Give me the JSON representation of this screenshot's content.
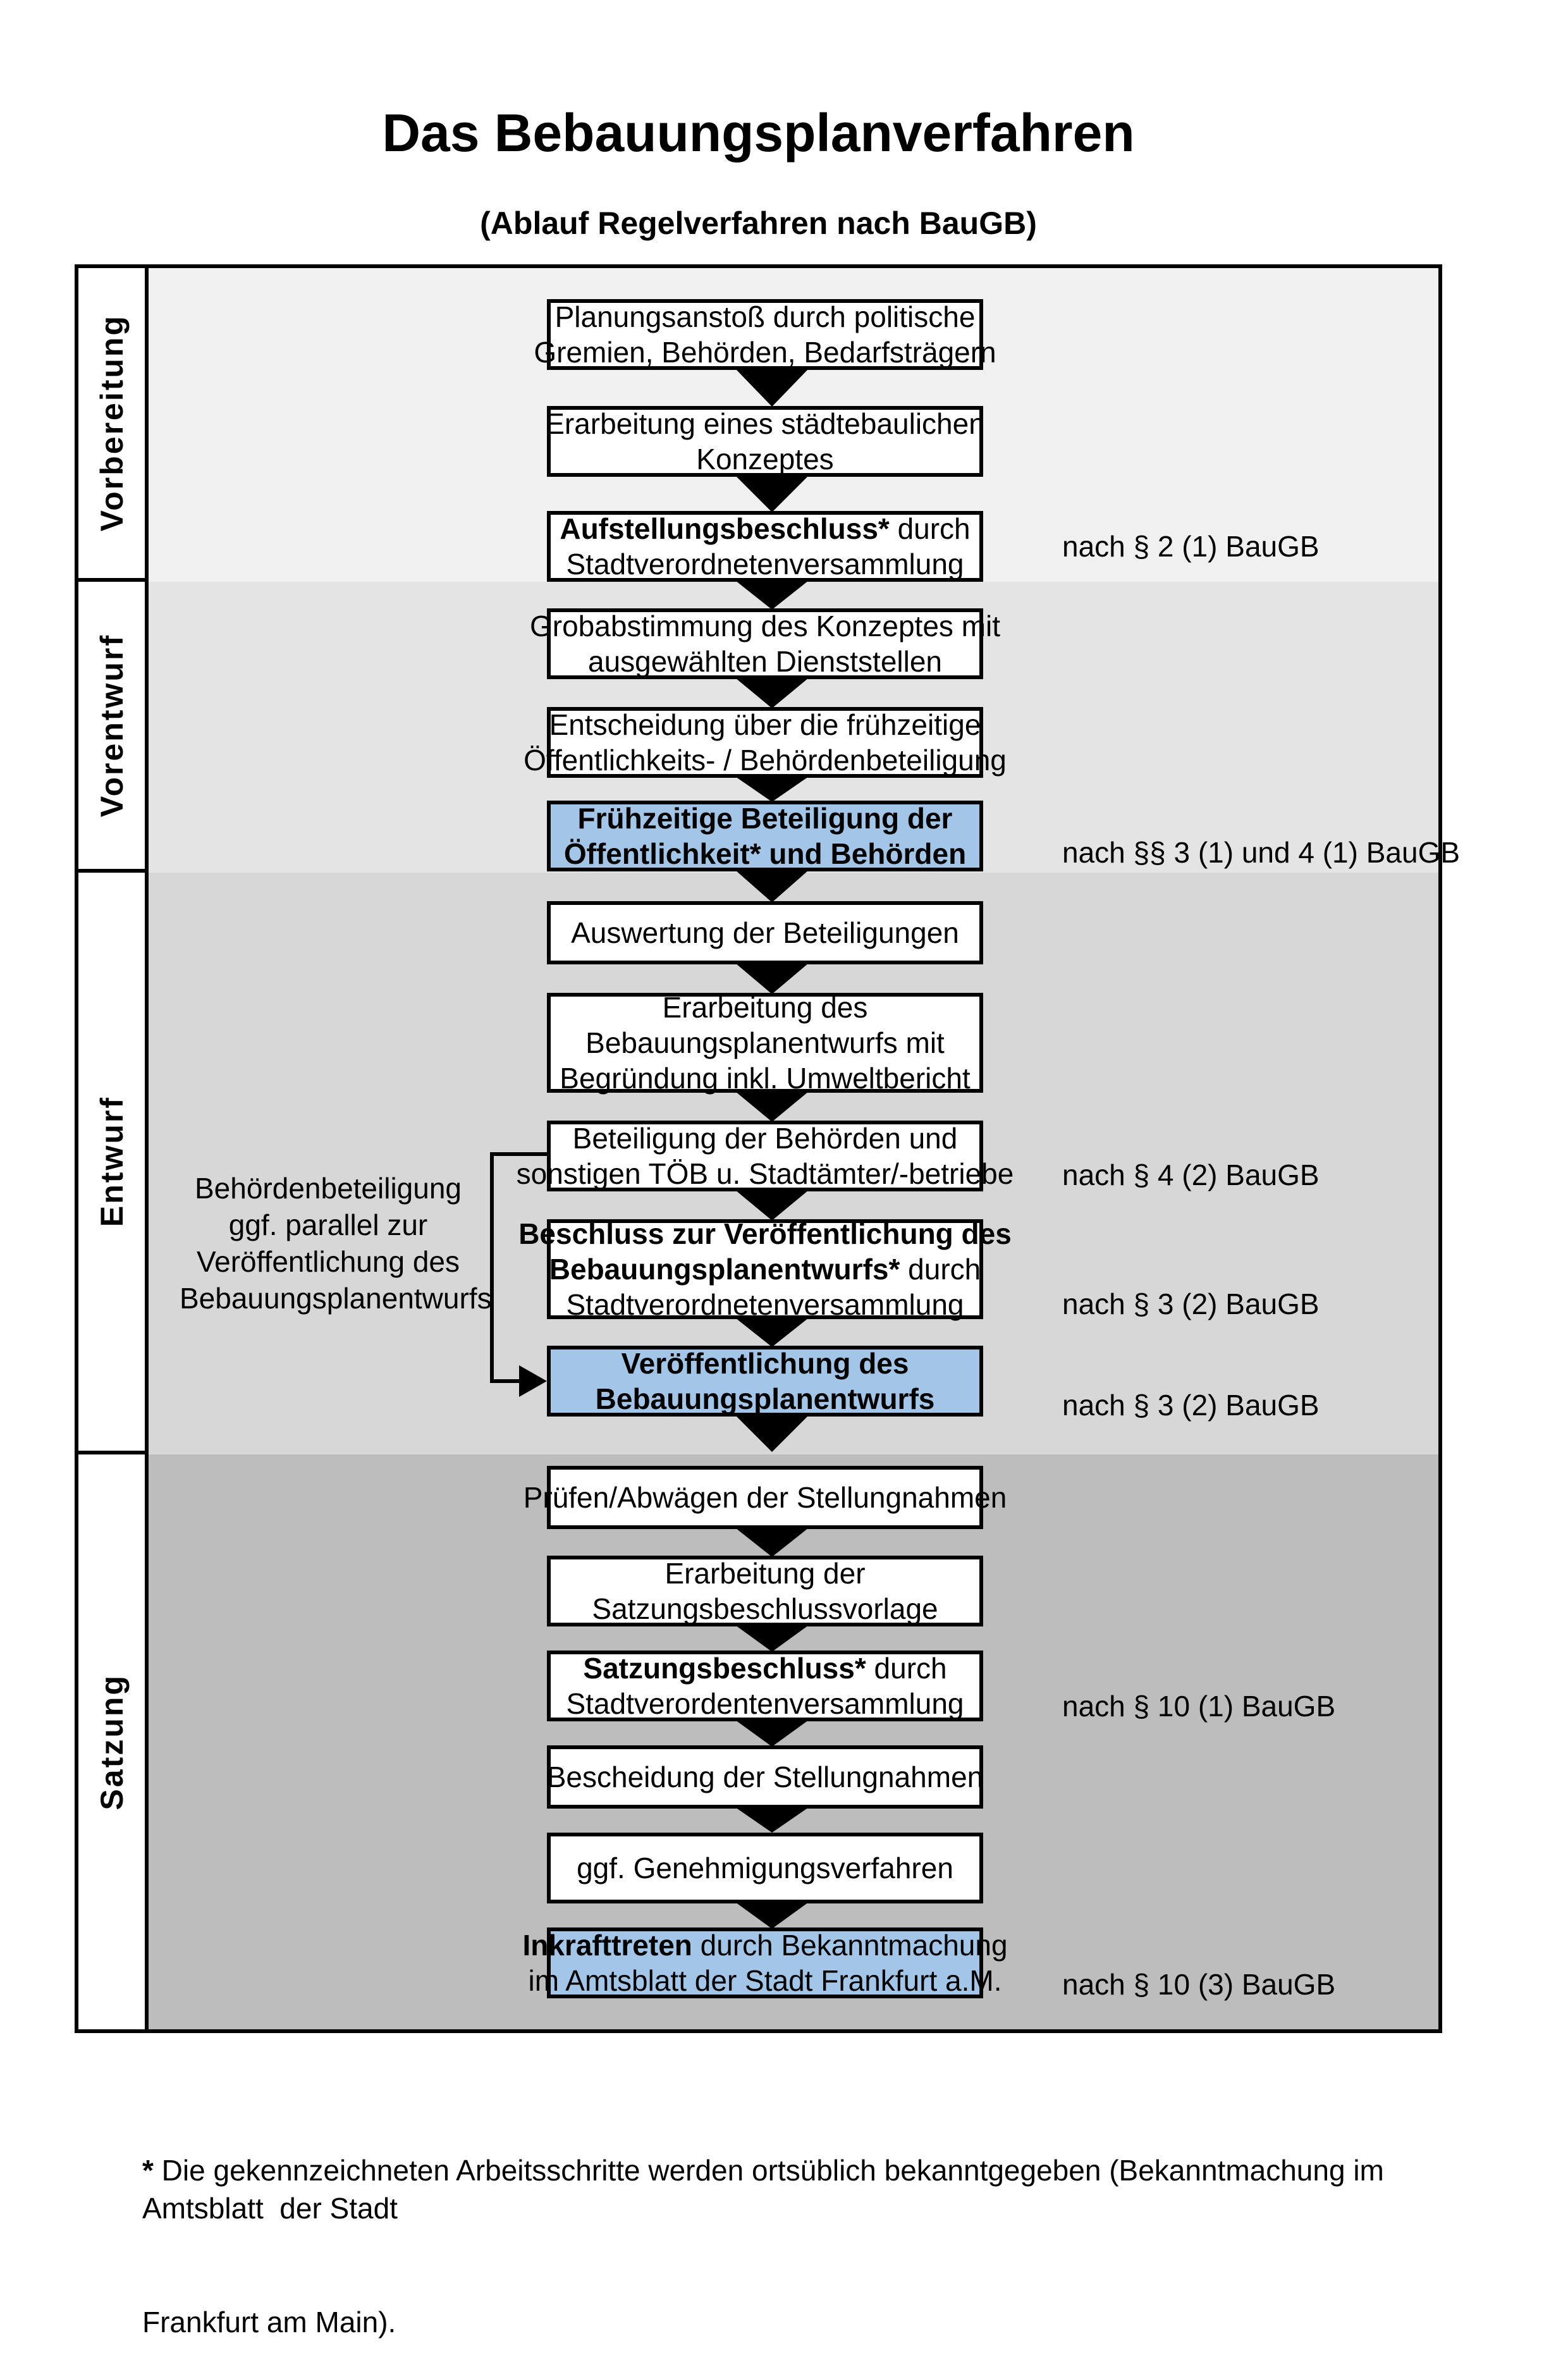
{
  "document": {
    "title": "Das Bebauungsplanverfahren",
    "subtitle": "(Ablauf Regelverfahren nach BauGB)"
  },
  "colors": {
    "highlight_blue": "#a3c6e8",
    "box_border": "#000000",
    "section_bg": [
      "#f0f0f0",
      "#e4e4e4",
      "#d7d7d7",
      "#bdbdbd"
    ]
  },
  "sections": [
    {
      "label": "Vorbereitung"
    },
    {
      "label": "Vorentwurf"
    },
    {
      "label": "Entwurf"
    },
    {
      "label": "Satzung"
    }
  ],
  "flow": {
    "b1": {
      "l1": "Planungsanstoß durch politische",
      "l2": "Gremien, Behörden, Bedarfsträgern"
    },
    "b2": {
      "l1": "Erarbeitung eines städtebaulichen",
      "l2": "Konzeptes"
    },
    "b3": {
      "l1_bold": "Aufstellungsbeschluss*",
      "l1_rest": " durch",
      "l2": "Stadtverordnetenversammlung"
    },
    "b4": {
      "l1": "Grobabstimmung des Konzeptes mit",
      "l2": "ausgewählten Dienststellen"
    },
    "b5": {
      "l1": "Entscheidung über die frühzeitige",
      "l2": "Öffentlichkeits- / Behördenbeteiligung"
    },
    "b6": {
      "l1": "Frühzeitige Beteiligung der",
      "l2": "Öffentlichkeit* und Behörden"
    },
    "b7": {
      "l1": "Auswertung der Beteiligungen"
    },
    "b8": {
      "l1": "Erarbeitung des",
      "l2": "Bebauungsplanentwurfs mit",
      "l3": "Begründung inkl. Umweltbericht"
    },
    "b9": {
      "l1": "Beteiligung der Behörden und",
      "l2": "sonstigen TÖB u. Stadtämter/-betriebe"
    },
    "b10": {
      "l1_bold": "Beschluss zur Veröffentlichung des",
      "l2_bold": "Bebauungsplanentwurfs*",
      "l2_rest": " durch",
      "l3": "Stadtverordnetenversammlung"
    },
    "b11": {
      "l1": "Veröffentlichung des",
      "l2": "Bebauungsplanentwurfs"
    },
    "b12": {
      "l1": "Prüfen/Abwägen der Stellungnahmen"
    },
    "b13": {
      "l1": "Erarbeitung der",
      "l2": "Satzungsbeschlussvorlage"
    },
    "b14": {
      "l1_bold": "Satzungsbeschluss*",
      "l1_rest": " durch",
      "l2": "Stadtverordentenversammlung"
    },
    "b15": {
      "l1": "Bescheidung der Stellungnahmen"
    },
    "b16": {
      "l1": "ggf. Genehmigungsverfahren"
    },
    "b17": {
      "l1_bold": "Inkrafttreten",
      "l1_rest": " durch Bekanntmachung",
      "l2": "im Amtsblatt der Stadt Frankfurt a.M."
    }
  },
  "legal_refs": {
    "r1": "nach § 2 (1) BauGB",
    "r2": "nach §§ 3 (1) und 4 (1) BauGB",
    "r3": "nach § 4 (2) BauGB",
    "r4": "nach § 3 (2) BauGB",
    "r5": "nach § 3 (2) BauGB",
    "r6": "nach § 10 (1) BauGB",
    "r7": "nach § 10 (3) BauGB"
  },
  "side_note": {
    "l1": "Behördenbeteiligung",
    "l2": "ggf. parallel zur",
    "l3": "Veröffentlichung des",
    "l4": "Bebauungsplanentwurfs"
  },
  "footnote": {
    "star": "*",
    "line1": " Die gekennzeichneten Arbeitsschritte werden ortsüblich bekanntgegeben (Bekanntmachung im Amtsblatt  der Stadt",
    "line2": "Frankfurt am Main)."
  }
}
